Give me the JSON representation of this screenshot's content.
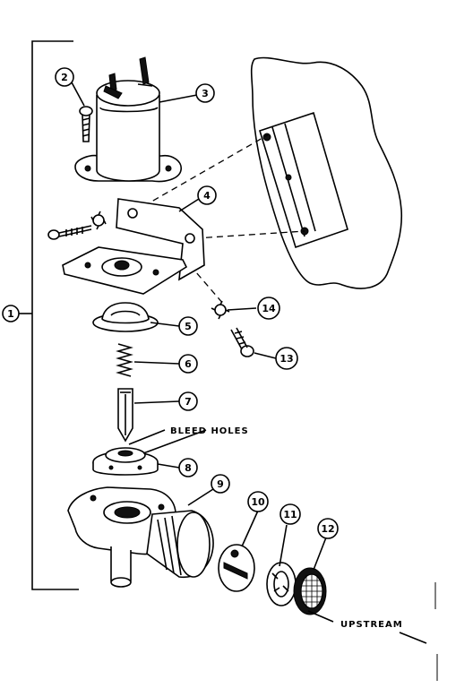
{
  "callouts": {
    "c1": "1",
    "c2": "2",
    "c3": "3",
    "c4": "4",
    "c5": "5",
    "c6": "6",
    "c7": "7",
    "c8": "8",
    "c9": "9",
    "c10": "10",
    "c11": "11",
    "c12": "12",
    "c13": "13",
    "c14": "14"
  },
  "labels": {
    "bleed_holes": "BLEED HOLES",
    "upstream": "UPSTREAM"
  }
}
